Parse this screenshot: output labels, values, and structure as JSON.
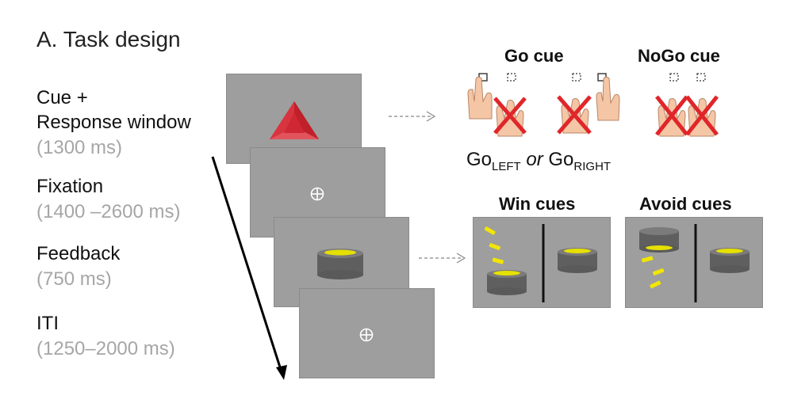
{
  "panel_title": "A. Task design",
  "steps": [
    {
      "label": "Cue +",
      "label2": "Response window",
      "duration": "(1300 ms)"
    },
    {
      "label": "Fixation",
      "duration": "(1400 –2600 ms)"
    },
    {
      "label": "Feedback",
      "duration": "(750 ms)"
    },
    {
      "label": "ITI",
      "duration": "(1250–2000 ms)"
    }
  ],
  "go_cue": {
    "title": "Go cue",
    "left_prefix": "Go",
    "left_sub": "LEFT",
    "or_text": "or",
    "right_prefix": "Go",
    "right_sub": "RIGHT"
  },
  "nogo_cue": {
    "title": "NoGo cue"
  },
  "win_cues": {
    "title": "Win cues"
  },
  "avoid_cues": {
    "title": "Avoid cues"
  },
  "colors": {
    "screen_gray": "#9e9e9e",
    "cue_red": "#c0202a",
    "token_yellow": "#f2e600",
    "cross_red": "#e0262a",
    "duration_gray": "#a6a6a6"
  },
  "icons": [
    "warning-triangle-cue-icon",
    "fixation-cross-icon",
    "coin-stack-icon",
    "hand-pointing-icon",
    "cross-mark-icon"
  ]
}
